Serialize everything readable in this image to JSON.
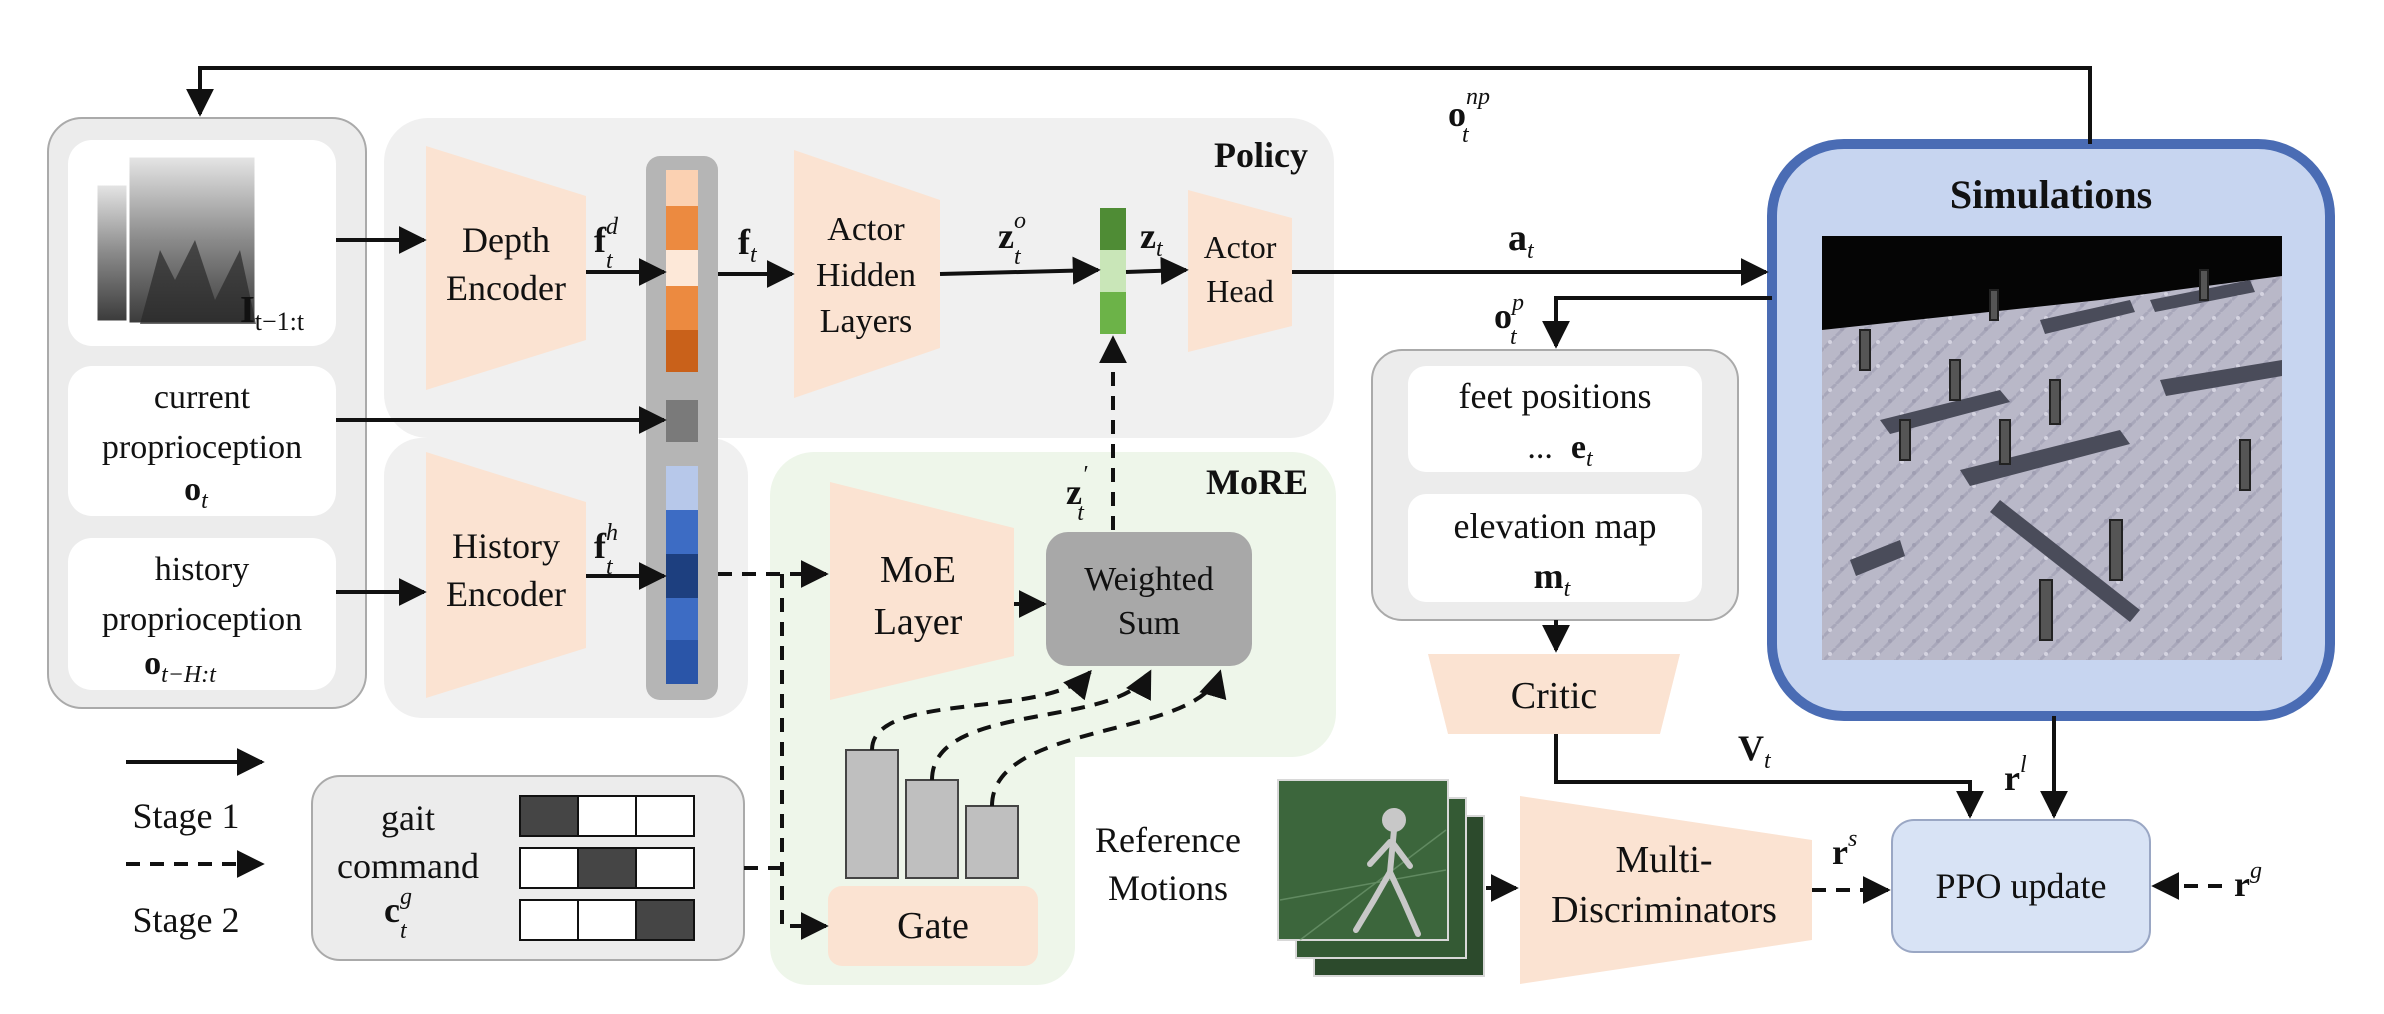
{
  "obs": {
    "depth_label": "I",
    "depth_sub": "t−1:t",
    "current_line1": "current",
    "current_line2": "proprioception",
    "current_sym": "o",
    "current_sub": "t",
    "history_line1": "history",
    "history_line2": "proprioception",
    "history_sym": "o",
    "history_sub": "t−H:t"
  },
  "policy": {
    "title": "Policy",
    "depth_encoder_l1": "Depth",
    "depth_encoder_l2": "Encoder",
    "history_encoder_l1": "History",
    "history_encoder_l2": "Encoder",
    "actor_hidden_l1": "Actor",
    "actor_hidden_l2": "Hidden",
    "actor_hidden_l3": "Layers",
    "actor_head_l1": "Actor",
    "actor_head_l2": "Head"
  },
  "features": {
    "fd": "f",
    "fd_sup": "d",
    "fd_sub": "t",
    "fh": "f",
    "fh_sup": "h",
    "fh_sub": "t",
    "ft": "f",
    "ft_sub": "t",
    "zo": "z",
    "zo_sup": "o",
    "zo_sub": "t",
    "zt": "z",
    "zt_sub": "t",
    "zp": "z",
    "zp_sup": "′",
    "zp_sub": "t"
  },
  "more": {
    "title": "MoRE",
    "moe_l1": "MoE",
    "moe_l2": "Layer",
    "ws_l1": "Weighted",
    "ws_l2": "Sum",
    "gate": "Gate"
  },
  "gait": {
    "l1": "gait",
    "l2": "command",
    "sym": "c",
    "sup": "g",
    "sub": "t",
    "rows": [
      [
        1,
        0,
        0
      ],
      [
        0,
        1,
        0
      ],
      [
        0,
        0,
        1
      ]
    ]
  },
  "legend": {
    "stage1": "Stage 1",
    "stage2": "Stage 2"
  },
  "sim": {
    "title": "Simulations",
    "onp": "o",
    "onp_sup": "np",
    "onp_sub": "t",
    "at": "a",
    "at_sub": "t",
    "op": "o",
    "op_sup": "p",
    "op_sub": "t"
  },
  "critic": {
    "feet_l1": "feet positions",
    "feet_dots": "...",
    "feet_sym": "e",
    "feet_sub": "t",
    "elev_l1": "elevation map",
    "elev_sym": "m",
    "elev_sub": "t",
    "critic": "Critic",
    "vt": "V",
    "vt_sub": "t"
  },
  "disc": {
    "ref_l1": "Reference",
    "ref_l2": "Motions",
    "md_l1": "Multi-",
    "md_l2": "Discriminators"
  },
  "ppo": {
    "label": "PPO update",
    "rl": "r",
    "rl_sup": "l",
    "rs": "r",
    "rs_sup": "s",
    "rg": "r",
    "rg_sup": "g"
  },
  "colors": {
    "encoder_fill": "#fbe3d2",
    "panel_gray": "#f1f1f1",
    "more_green": "#eef6ea",
    "sim_blue": "#c7d5f0",
    "sim_border": "#4a6cb4",
    "ppo_fill": "#d8e3f5",
    "orange_dark": "#c9611a",
    "orange_mid": "#ec8a40",
    "blue_dark": "#1d3f7f",
    "blue_mid": "#3d6cc4",
    "green_dark": "#4f8c35",
    "green_light": "#c9e6b8"
  }
}
